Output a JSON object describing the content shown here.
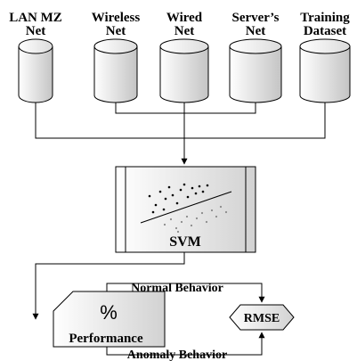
{
  "sources": [
    {
      "line1": "LAN MZ",
      "line2": "Net"
    },
    {
      "line1": "Wireless",
      "line2": "Net"
    },
    {
      "line1": "Wired",
      "line2": "Net"
    },
    {
      "line1": "Server’s",
      "line2": "Net"
    },
    {
      "line1": "Training",
      "line2": "Dataset"
    }
  ],
  "svm": {
    "label": "SVM"
  },
  "performance": {
    "label": "Performance",
    "symbol": "%"
  },
  "rmse": {
    "label": "RMSE"
  },
  "edges": {
    "normal": "Normal Behavior",
    "anomaly": "Anomaly Behavior"
  },
  "colors": {
    "shape_fill_light": "#ffffff",
    "shape_fill_dark": "#c8c8c8",
    "stroke": "#000000"
  }
}
